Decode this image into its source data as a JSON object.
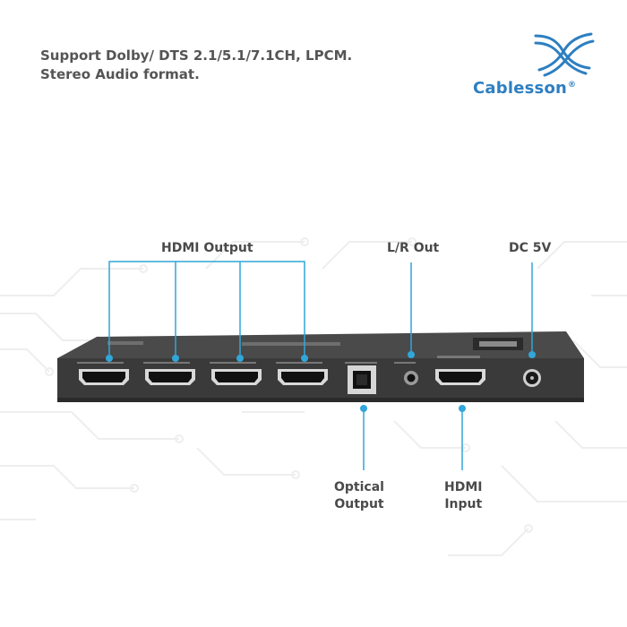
{
  "headline": {
    "line1": "Support Dolby/ DTS 2.1/5.1/7.1CH, LPCM.",
    "line2": "Stereo Audio format."
  },
  "brand": {
    "name": "Cablesson",
    "registered": "®",
    "color": "#2d7fc1"
  },
  "callouts": {
    "hdmi_output": "HDMI Output",
    "lr_out": "L/R Out",
    "dc_5v": "DC 5V",
    "optical_output_line1": "Optical",
    "optical_output_line2": "Output",
    "hdmi_input_line1": "HDMI",
    "hdmi_input_line2": "Input"
  },
  "colors": {
    "accent": "#31a6d9",
    "device_body": "#3a3a3a",
    "text": "#4a4a4a"
  }
}
